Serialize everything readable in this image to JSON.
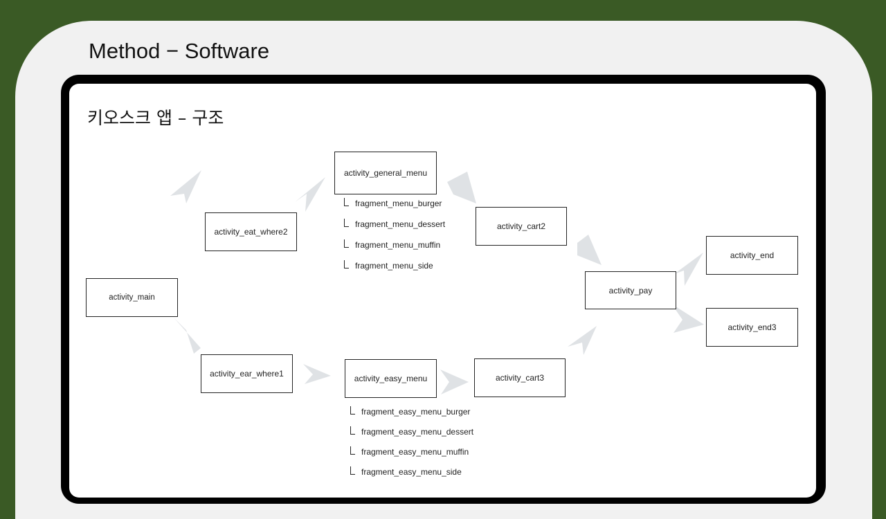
{
  "slide": {
    "title": "Method − Software",
    "heading": "키오스크 앱 – 구조"
  },
  "diagram": {
    "nodes": {
      "activity_main": "activity_main",
      "activity_eat_where2": "activity_eat_where2",
      "activity_ear_where1": "activity_ear_where1",
      "activity_general_menu": "activity_general_menu",
      "activity_easy_menu": "activity_easy_menu",
      "activity_cart2": "activity_cart2",
      "activity_cart3": "activity_cart3",
      "activity_pay": "activity_pay",
      "activity_end": "activity_end",
      "activity_end3": "activity_end3"
    },
    "general_menu_fragments": [
      "fragment_menu_burger",
      "fragment_menu_dessert",
      "fragment_menu_muffin",
      "fragment_menu_side"
    ],
    "easy_menu_fragments": [
      "fragment_easy_menu_burger",
      "fragment_easy_menu_dessert",
      "fragment_easy_menu_muffin",
      "fragment_easy_menu_side"
    ],
    "arrow_color": "#dfe2e5"
  }
}
